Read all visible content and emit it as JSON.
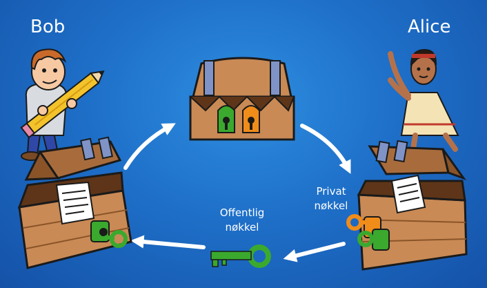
{
  "people": {
    "left": "Bob",
    "right": "Alice"
  },
  "keys": {
    "public_line1": "Offentlig",
    "public_line2": "nøkkel",
    "private_line1": "Privat",
    "private_line2": "nøkkel"
  },
  "colors": {
    "background": "#1e6fc8",
    "chest": "#c98a55",
    "strap": "#7f93c7",
    "public_key": "#3aa92e",
    "private_key": "#f08c1a",
    "arrow": "#ffffff"
  }
}
